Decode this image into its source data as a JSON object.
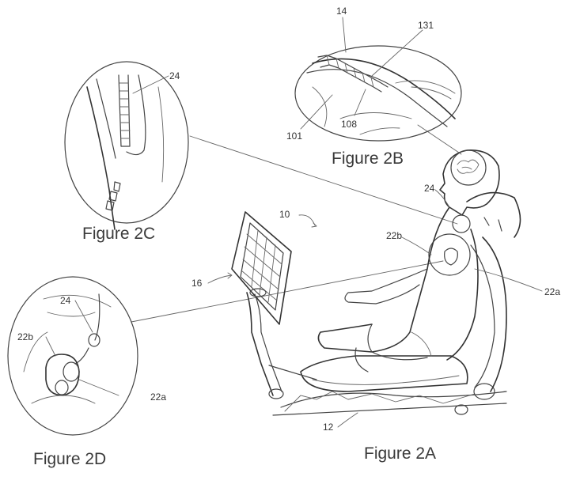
{
  "captions": {
    "fig_2a": "Figure 2A",
    "fig_2b": "Figure 2B",
    "fig_2c": "Figure 2C",
    "fig_2d": "Figure 2D"
  },
  "refs": {
    "r10": "10",
    "r12": "12",
    "r14": "14",
    "r16": "16",
    "r22a": "22a",
    "r22a_d": "22a",
    "r22b": "22b",
    "r22b_d": "22b",
    "r24": "24",
    "r24_c": "24",
    "r24_d": "24",
    "r101": "101",
    "r108": "108",
    "r131": "131"
  }
}
